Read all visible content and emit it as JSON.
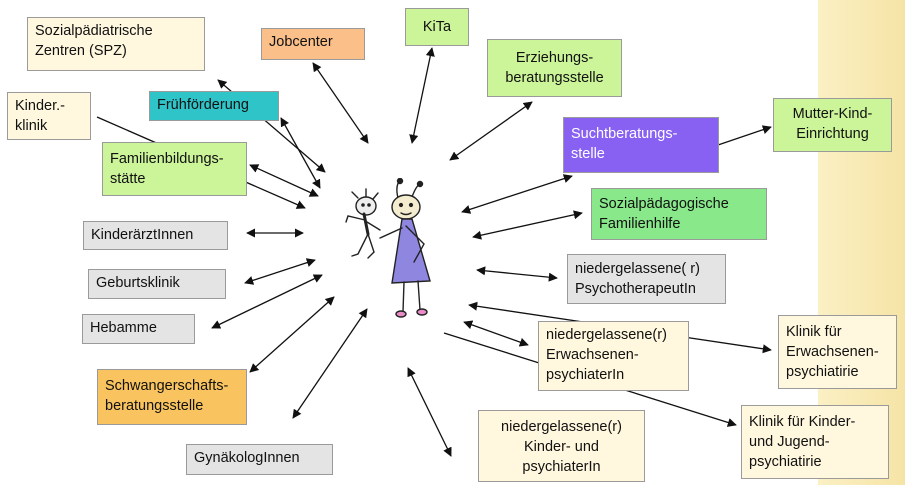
{
  "colors": {
    "cream": "#fff8de",
    "gray": "#e4e4e4",
    "green": "#ccf59a",
    "orange": "#fbc08a",
    "teal": "#2fc4c8",
    "purple": "#8860f2",
    "gold": "#f9c460",
    "mint": "#88e88a",
    "sidebar": "#f6e4a6",
    "arrow": "#111111"
  },
  "nodes": {
    "spz": "Sozialpädiatrische\nZentren (SPZ)",
    "jobcenter": "Jobcenter",
    "kita": "KiTa",
    "erziehung": "Erziehungs-\nberatungsstelle",
    "kinderklinik": "Kinder.-\nklinik",
    "fruehfoerderung": "Frühförderung",
    "sucht": "Suchtberatungs-\nstelle",
    "mutterkind": "Mutter-Kind-\nEinrichtung",
    "familienbildung": "Familienbildungs-\nstätte",
    "sozialpaed": "Sozialpädagogische\nFamilienhilfe",
    "kinderaerzte": "KinderärztInnen",
    "psychotherapeut": "niedergelassene( r)\nPsychotherapeutIn",
    "geburtsklinik": "Geburtsklinik",
    "hebamme": "Hebamme",
    "erwachsenenpsych": "niedergelassene(r)\nErwachsenen-\npsychiaterIn",
    "klinikerwachsene": "Klinik für\nErwachsenen-\npsychiatirie",
    "schwangerschaft": "Schwangerschafts-\nberatungsstelle",
    "klinikkinder": "Klinik für Kinder-\nund  Jugend-\npsychiatirie",
    "gynaekologen": "GynäkologInnen",
    "kinderpsych": "niedergelassene(r)\nKinder- und\npsychiaterIn"
  }
}
